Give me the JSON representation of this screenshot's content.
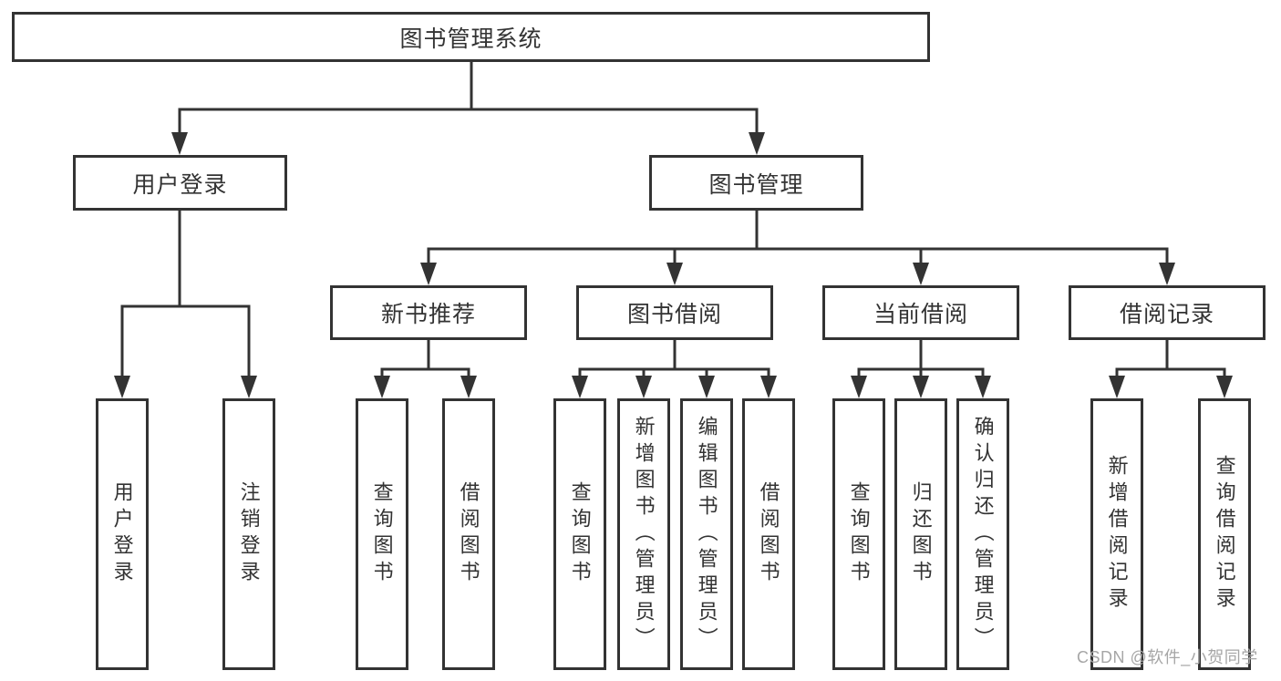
{
  "diagram": {
    "root_label": "图书管理系统",
    "branches": [
      {
        "label": "用户登录",
        "children": [
          {
            "label": "用户登录"
          },
          {
            "label": "注销登录"
          }
        ]
      },
      {
        "label": "图书管理",
        "children": [
          {
            "label": "新书推荐",
            "children": [
              {
                "label": "查询图书"
              },
              {
                "label": "借阅图书"
              }
            ]
          },
          {
            "label": "图书借阅",
            "children": [
              {
                "label": "查询图书"
              },
              {
                "label": "新增图书（管理员）"
              },
              {
                "label": "编辑图书（管理员）"
              },
              {
                "label": "借阅图书"
              }
            ]
          },
          {
            "label": "当前借阅",
            "children": [
              {
                "label": "查询图书"
              },
              {
                "label": "归还图书"
              },
              {
                "label": "确认归还（管理员）"
              }
            ]
          },
          {
            "label": "借阅记录",
            "children": [
              {
                "label": "新增借阅记录"
              },
              {
                "label": "查询借阅记录"
              }
            ]
          }
        ]
      }
    ]
  },
  "watermark": {
    "text": "CSDN @软件_小贺同学"
  },
  "colors": {
    "line": "#333333",
    "box_border": "#333333",
    "text": "#333333",
    "background": "#ffffff",
    "watermark": "#a6a6a6"
  }
}
